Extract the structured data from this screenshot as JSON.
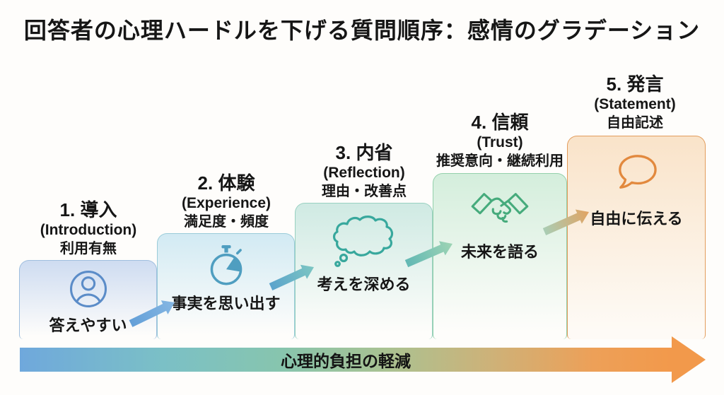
{
  "title": "回答者の心理ハードルを下げる質問順序：感情のグラデーション",
  "steps": [
    {
      "stage": "1. 導入",
      "stage_en": "(Introduction)",
      "focus": "利用有無",
      "message": "答えやすい",
      "icon": "user-icon"
    },
    {
      "stage": "2. 体験",
      "stage_en": "(Experience)",
      "focus": "満足度・頻度",
      "message": "事実を思い出す",
      "icon": "stopwatch-icon"
    },
    {
      "stage": "3. 内省",
      "stage_en": "(Reflection)",
      "focus": "理由・改善点",
      "message": "考えを深める",
      "icon": "thought-cloud-icon"
    },
    {
      "stage": "4. 信頼",
      "stage_en": "(Trust)",
      "focus": "推奨意向・継続利用",
      "message": "未来を語る",
      "icon": "handshake-icon"
    },
    {
      "stage": "5. 発言",
      "stage_en": "(Statement)",
      "focus": "自由記述",
      "message": "自由に伝える",
      "icon": "speech-bubble-icon"
    }
  ],
  "banner": {
    "label": "心理的負担の軽減"
  },
  "palette": {
    "step1_fill": "#cedcf1",
    "step1_border": "#9fbede",
    "step1_icon": "#5b8cc8",
    "step2_fill": "#d2eaf3",
    "step2_border": "#9accd9",
    "step2_icon": "#4f9ec0",
    "step3_fill": "#cfeae3",
    "step3_border": "#99d1c1",
    "step3_icon": "#38a89d",
    "step4_fill": "#d4eedc",
    "step4_border": "#93d0ab",
    "step4_icon": "#46ab7c",
    "step5_fill": "#f9e3c9",
    "step5_border": "#e29c5c",
    "step5_icon": "#e2893e",
    "arrow1_from": "#639fd8",
    "arrow1_to": "#85b7e3",
    "arrow2_from": "#5ba3cc",
    "arrow2_to": "#7cc6c2",
    "arrow3_from": "#62b8b4",
    "arrow3_to": "#9ed4b4",
    "arrow4_from": "#a9cdb4",
    "arrow4_to": "#e2a362",
    "banner_c1": "#6fa8dc",
    "banner_c2": "#7bc0c6",
    "banner_c3": "#87c5ae",
    "banner_c4": "#a9c292",
    "banner_c5": "#cdb279",
    "banner_c6": "#eda058",
    "banner_head": "#f2994b"
  }
}
